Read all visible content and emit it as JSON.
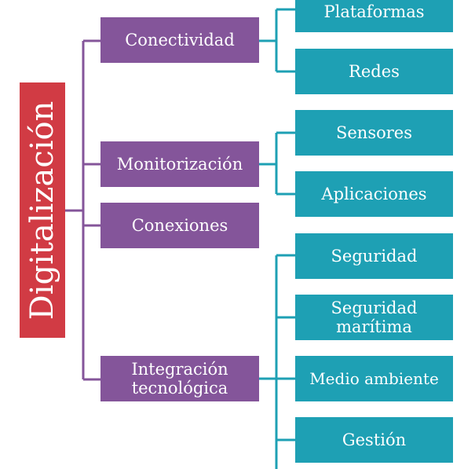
{
  "root": {
    "label": "Digitalización"
  },
  "categories": [
    {
      "label": "Conectividad",
      "children": [
        "Plataformas",
        "Redes"
      ]
    },
    {
      "label": "Monitorización",
      "children": [
        "Sensores",
        "Aplicaciones"
      ]
    },
    {
      "label": "Conexiones",
      "children": []
    },
    {
      "label": "Integración tecnológica",
      "children": [
        "Seguridad",
        "Seguridad marítima",
        "Medio ambiente",
        "Gestión"
      ]
    }
  ],
  "colors": {
    "root": "#d13b44",
    "category": "#84559a",
    "leaf": "#1ea0b4"
  }
}
